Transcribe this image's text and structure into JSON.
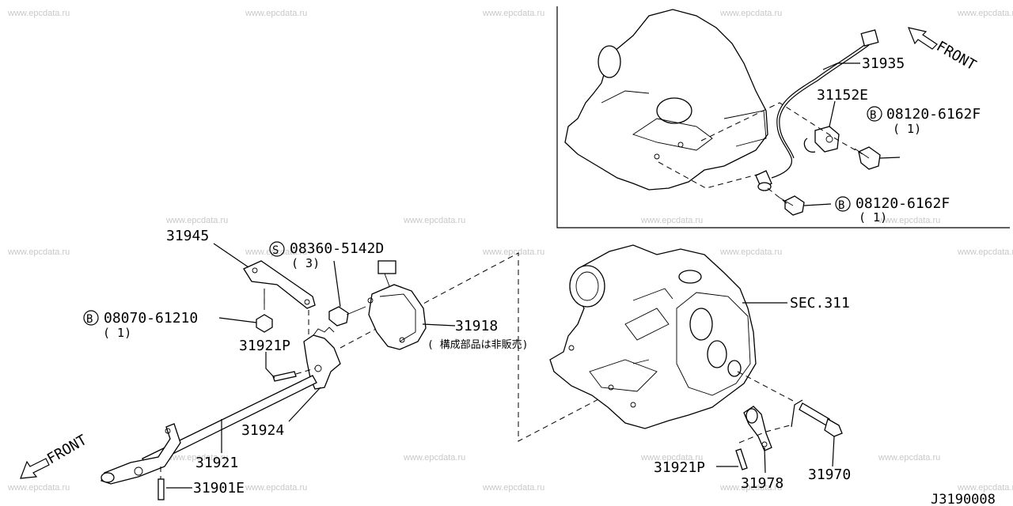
{
  "watermark": "www.epcdata.ru",
  "diagram_id": "J3190008",
  "inset": {
    "front_label": "FRONT",
    "labels": {
      "harness": "31935",
      "bracket": "31152E",
      "bolt_upper": "08120-6162F",
      "bolt_upper_qty": "( 1)",
      "bolt_lower": "08120-6162F",
      "bolt_lower_qty": "( 1)"
    },
    "bolt_symbol": "B"
  },
  "main": {
    "front_label": "FRONT",
    "labels": {
      "bracket": "31945",
      "screw": "08360-5142D",
      "screw_qty": "( 3)",
      "bolt": "08070-61210",
      "bolt_qty": "( 1)",
      "pin_left": "31921P",
      "switch": "31918",
      "switch_note": "( 構成部品は非販売)",
      "lever": "31924",
      "rod": "31921",
      "pin_bottom": "31901E",
      "section": "SEC.311",
      "pin_right": "31921P",
      "lever_right": "31978",
      "cable": "31970"
    },
    "screw_symbol": "S",
    "bolt_symbol": "B"
  }
}
